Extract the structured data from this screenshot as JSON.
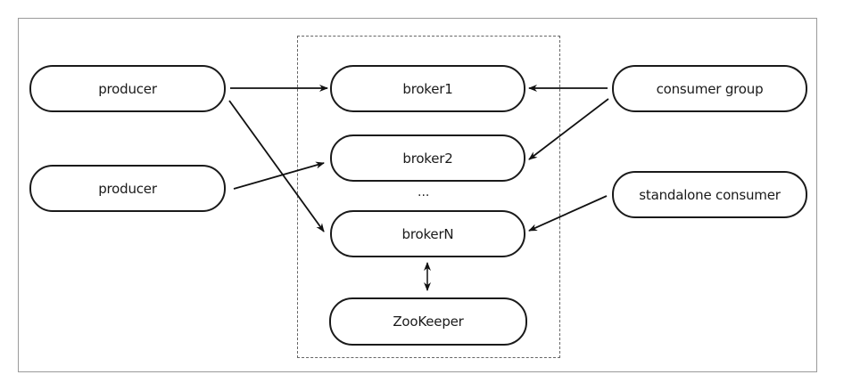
{
  "diagram": {
    "nodes": {
      "producer_1": "producer",
      "producer_2": "producer",
      "broker_1": "broker1",
      "broker_2": "broker2",
      "broker_n": "brokerN",
      "ellipsis": "...",
      "zookeeper": "ZooKeeper",
      "consumer_group": "consumer group",
      "standalone_consumer": "standalone consumer"
    },
    "edges": [
      {
        "from": "producer_1",
        "to": "broker_1",
        "type": "arrow"
      },
      {
        "from": "producer_1",
        "to": "broker_n",
        "type": "arrow"
      },
      {
        "from": "producer_2",
        "to": "broker_2",
        "type": "arrow"
      },
      {
        "from": "consumer_group",
        "to": "broker_1",
        "type": "arrow"
      },
      {
        "from": "consumer_group",
        "to": "broker_2",
        "type": "arrow"
      },
      {
        "from": "standalone_consumer",
        "to": "broker_n",
        "type": "arrow"
      },
      {
        "from": "broker_n",
        "to": "zookeeper",
        "type": "bidirectional"
      }
    ]
  }
}
